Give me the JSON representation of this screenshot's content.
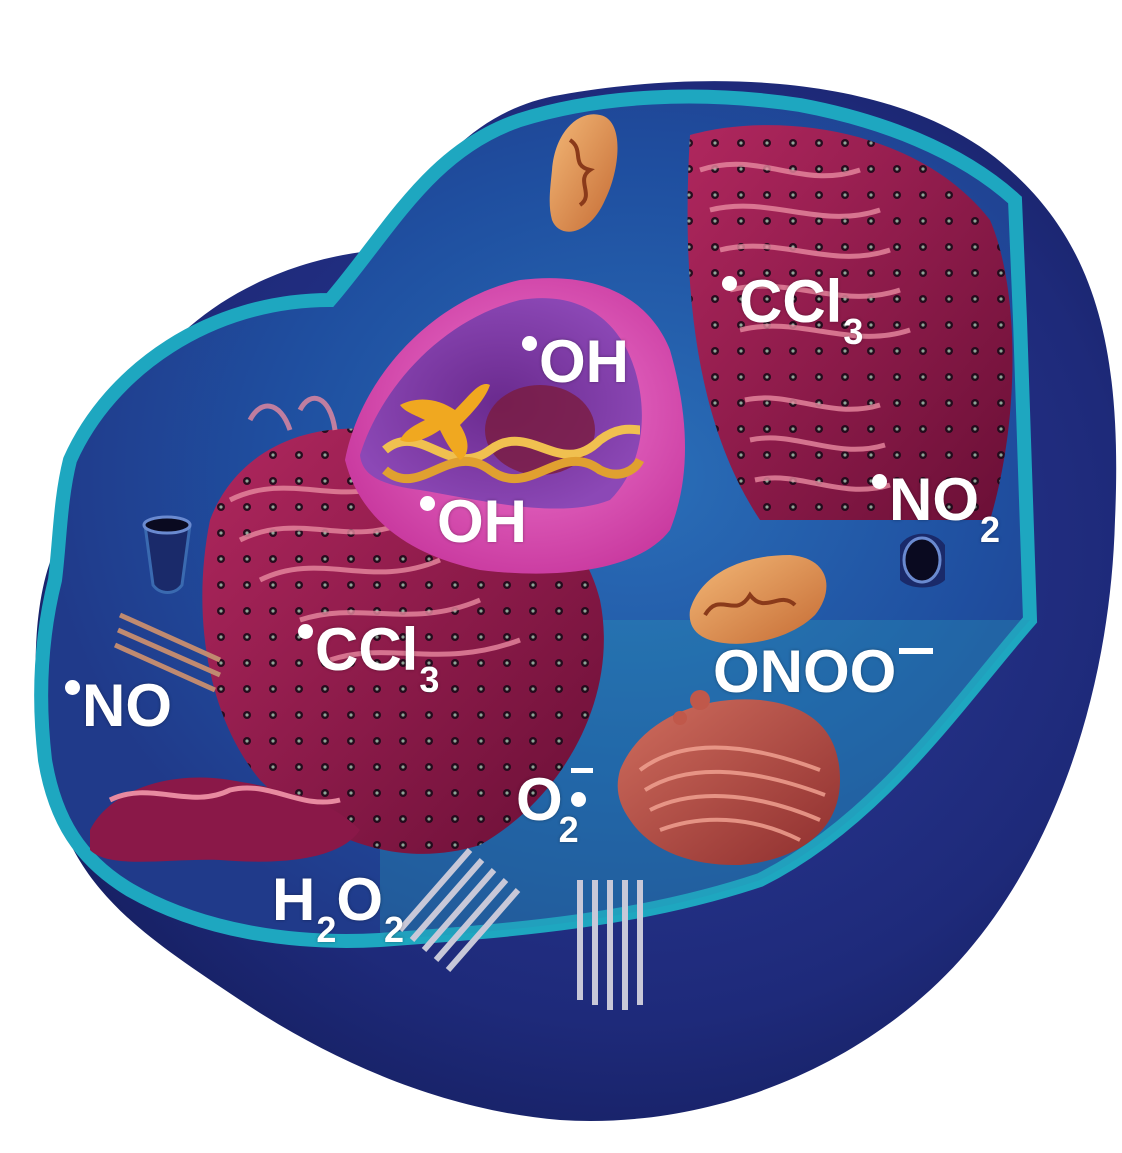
{
  "labels": {
    "oh_top": {
      "dot": "•",
      "main": "OH"
    },
    "oh_nuc": {
      "dot": "•",
      "main": "OH"
    },
    "ccl3_top": {
      "dot": "•",
      "main": "CCl",
      "sub": "3"
    },
    "ccl3_left": {
      "dot": "•",
      "main": "CCl",
      "sub": "3"
    },
    "no2": {
      "dot": "•",
      "main": "NO",
      "sub": "2"
    },
    "no": {
      "dot": "•",
      "main": "NO"
    },
    "onoo": {
      "main": "ONOO",
      "charge": "−"
    },
    "superoxide": {
      "main": "O",
      "sub": "2",
      "charge": "−",
      "dot": "•"
    },
    "h2o2": {
      "p1": "H",
      "s1": "2",
      "p2": "O",
      "s2": "2"
    }
  },
  "colors": {
    "cell_body": "#1e2a7a",
    "cytoplasm": "#1f4fa0",
    "membrane_rim": "#1ea7c0",
    "nucleus_envelope": "#e05bbd",
    "nucleus_core": "#7a3ba8",
    "er_rough": "#8a1848",
    "mitochondrion": "#e39a55",
    "golgi": "#c0584a",
    "label_text": "#ffffff"
  },
  "icons": [
    "dna-helix-icon",
    "chromosome-icon",
    "mitochondrion-icon",
    "vesicle-icon",
    "centriole-icon"
  ]
}
